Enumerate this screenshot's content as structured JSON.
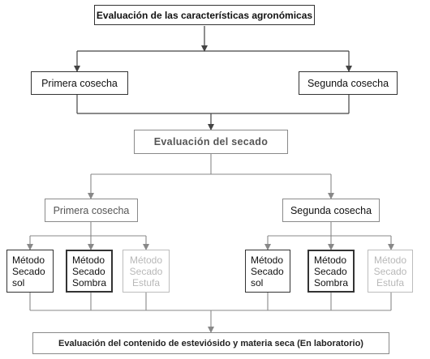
{
  "top": "Evaluación de las características agronómicas",
  "harvest_1": "Primera cosecha",
  "harvest_2": "Segunda cosecha",
  "drying": "Evaluación del secado",
  "sub_harvest_1": "Primera cosecha",
  "sub_harvest_2": "Segunda cosecha",
  "left_methods": [
    {
      "l1": "Método",
      "l2": "Secado",
      "l3": "sol"
    },
    {
      "l1": "Método",
      "l2": "Secado",
      "l3": "Sombra"
    },
    {
      "l1": "Método",
      "l2": "Secado",
      "l3": "Estufa"
    }
  ],
  "right_methods": [
    {
      "l1": "Método",
      "l2": "Secado",
      "l3": "sol"
    },
    {
      "l1": "Método",
      "l2": "Secado",
      "l3": "Sombra"
    },
    {
      "l1": "Método",
      "l2": "Secado",
      "l3": "Estufa"
    }
  ],
  "bottom": "Evaluación del contenido de esteviósido y materia seca (En laboratorio)"
}
